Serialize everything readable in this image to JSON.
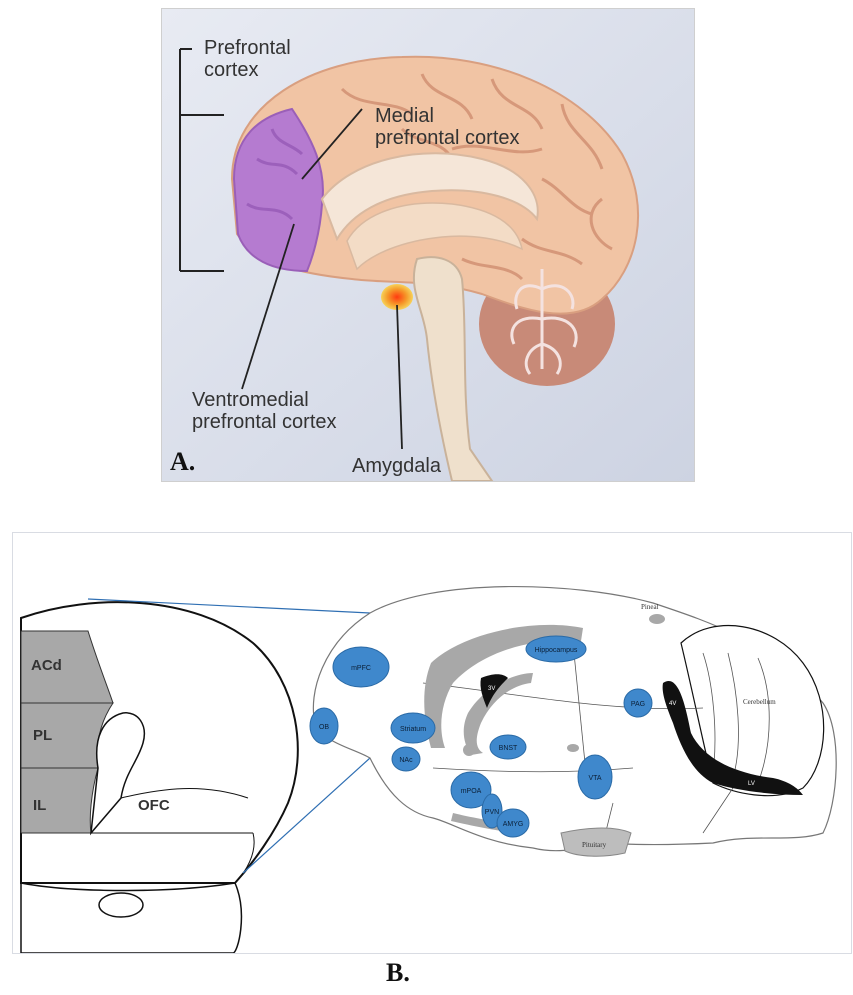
{
  "panel_a": {
    "letter": "A.",
    "labels": {
      "prefrontal": "Prefrontal\ncortex",
      "medial": "Medial\nprefrontal cortex",
      "ventromedial": "Ventromedial\nprefrontal cortex",
      "amygdala": "Amygdala"
    },
    "colors": {
      "background": "#dfe3ee",
      "cortex": "#f1c4a4",
      "prefrontal": "#b57bd0",
      "brainstem": "#efe0cc",
      "cerebellum": "#c88a78",
      "amygdala": "#e8582a"
    }
  },
  "panel_b": {
    "letter": "B.",
    "coronal_labels": {
      "acd": "ACd",
      "pl": "PL",
      "il": "IL",
      "ofc": "OFC"
    },
    "regions": [
      "mPFC",
      "Hippocampus",
      "OB",
      "Striatum",
      "NAc",
      "BNST",
      "mPOA",
      "PVN",
      "AMYG",
      "VTA",
      "PAG"
    ],
    "structures": {
      "pineal": "Pineal",
      "cerebellum": "Cerebellum",
      "pituitary": "Pituitary",
      "v3": "3V",
      "v4": "4V",
      "lv": "LV"
    },
    "colors": {
      "region_fill": "#3f88cc",
      "gray": "#a8a8a8",
      "dark": "#111111",
      "line": "#2f6fb3"
    }
  }
}
